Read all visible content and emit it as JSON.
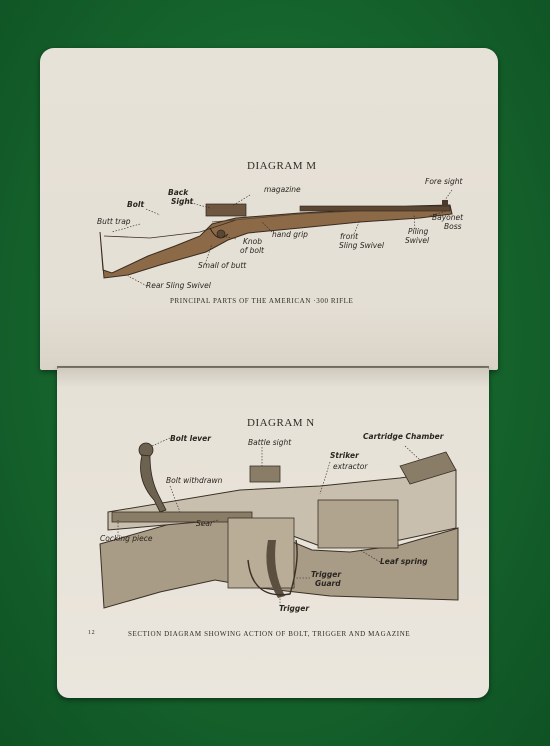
{
  "diagram_m": {
    "title": "DIAGRAM M",
    "caption": "PRINCIPAL PARTS OF THE AMERICAN ·300 RIFLE",
    "labels": {
      "fore_sight": "Fore sight",
      "magazine": "magazine",
      "back_sight_1": "Back",
      "back_sight_2": "Sight",
      "bolt": "Bolt",
      "butt_trap": "Butt trap",
      "hand_grip": "hand grip",
      "knob_of_bolt_1": "Knob",
      "knob_of_bolt_2": "of bolt",
      "front_sling_swivel_1": "front",
      "front_sling_swivel_2": "Sling Swivel",
      "piling_swivel_1": "Piling",
      "piling_swivel_2": "Swivel",
      "bayonet_boss_1": "Bayonet",
      "bayonet_boss_2": "Boss",
      "small_of_butt": "Small of butt",
      "rear_sling_swivel": "Rear Sling Swivel"
    }
  },
  "diagram_n": {
    "title": "DIAGRAM N",
    "page_number": "12",
    "caption": "SECTION DIAGRAM SHOWING ACTION OF BOLT, TRIGGER AND MAGAZINE",
    "labels": {
      "bolt_lever": "Bolt lever",
      "battle_sight": "Battle sight",
      "striker": "Striker",
      "extractor": "extractor",
      "cartridge_chamber": "Cartridge Chamber",
      "bolt_withdrawn": "Bolt withdrawn",
      "sear": "Sear",
      "cocking_piece": "Cocking piece",
      "leaf_spring": "Leaf spring",
      "trigger_guard_1": "Trigger",
      "trigger_guard_2": "Guard",
      "trigger": "Trigger"
    }
  }
}
